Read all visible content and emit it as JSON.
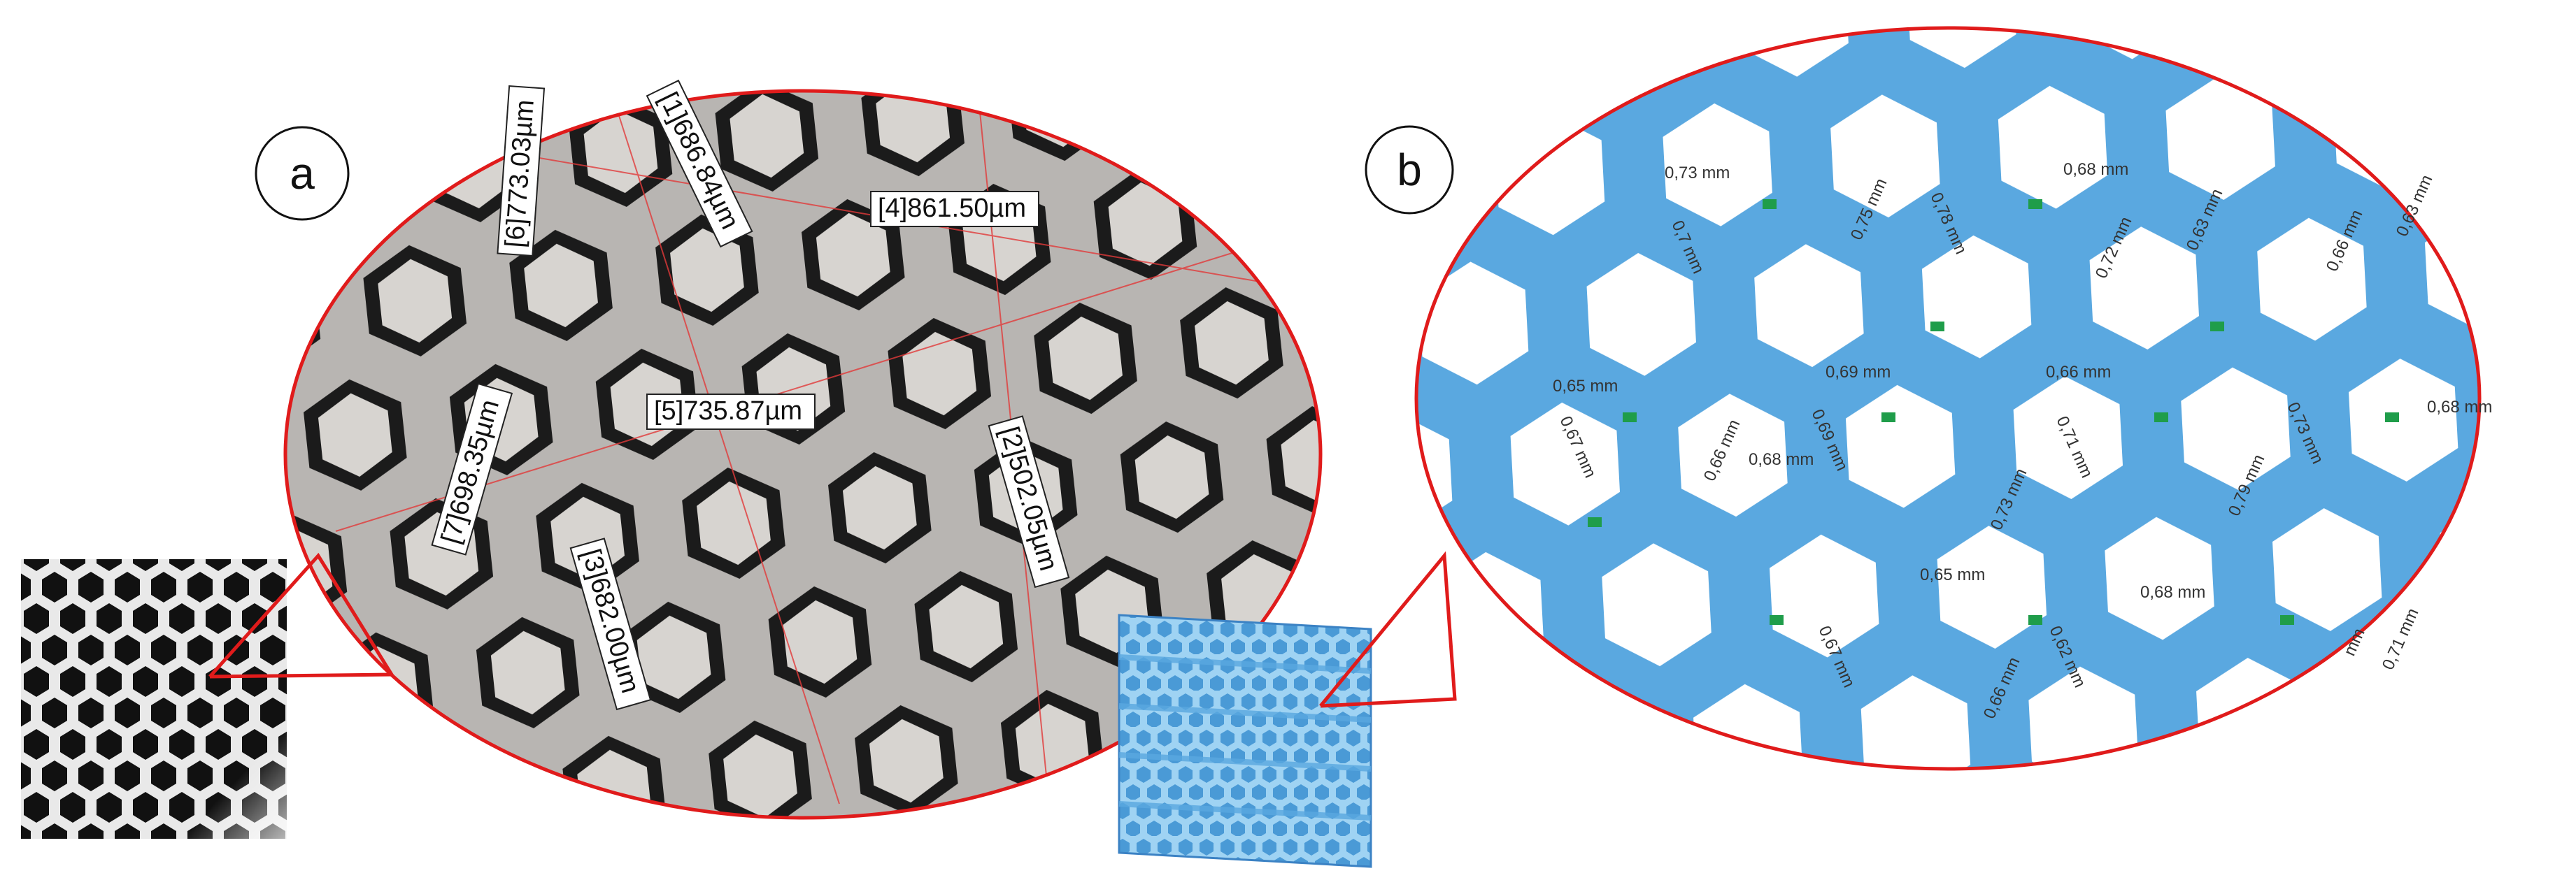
{
  "panel_a": {
    "label": "a",
    "measurements": [
      "[1]686.84µm",
      "[2]502.05µm",
      "[3]682.00µm",
      "[4]861.50µm",
      "[5]735.87µm",
      "[6]773.03µm",
      "[7]698.35µm"
    ]
  },
  "panel_b": {
    "label": "b",
    "measurements": [
      "0,73 mm",
      "0,7 mm",
      "0,75 mm",
      "0,78 mm",
      "0,68 mm",
      "0,72 mm",
      "0,63 mm",
      "0,66 mm",
      "0,63 mm",
      "0,65 mm",
      "0,67 mm",
      "0,66 mm",
      "0,68 mm",
      "0,69 mm",
      "0,69 mm",
      "0,66 mm",
      "0,68 mm",
      "0,73 mm",
      "0,71 mm",
      "0,79 mm",
      "0,73 mm",
      "0,65 mm",
      "0,68 mm",
      "0,67 mm",
      "0,66 mm",
      "0,62 mm",
      "0,71 mm",
      "mm"
    ]
  },
  "colors": {
    "outline": "#e01b1b",
    "steel": "#8a7d70",
    "blue": "#6bb4e6",
    "blue_dark": "#3b82c4",
    "green": "#1f9d4a"
  }
}
